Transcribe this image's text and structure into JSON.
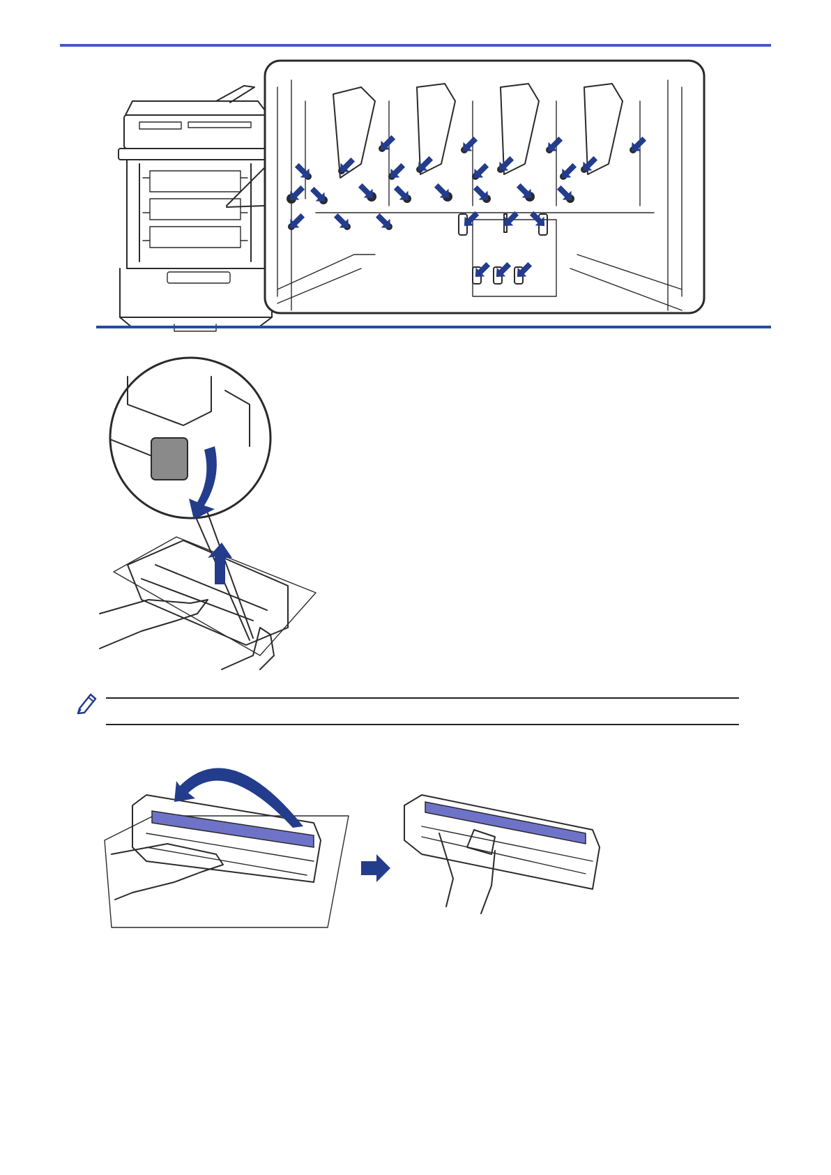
{
  "colors": {
    "accent_rule": "#4a58c8",
    "section_rule": "#1f4f9f",
    "arrow": "#233c8c",
    "drum_band": "#6f73c8",
    "line_art": "#2a2a2a"
  },
  "figures": [
    {
      "id": "printer-open-with-drum-contacts",
      "icon": "printer-illustration"
    },
    {
      "id": "release-lock-lever-and-lift",
      "icon": "drum-unit-illustration"
    },
    {
      "id": "rotate-drum-gear-and-inspect",
      "icon": "drum-unit-illustration"
    }
  ],
  "note": {
    "icon": "pencil-note-icon",
    "text": ""
  },
  "page_number": ""
}
